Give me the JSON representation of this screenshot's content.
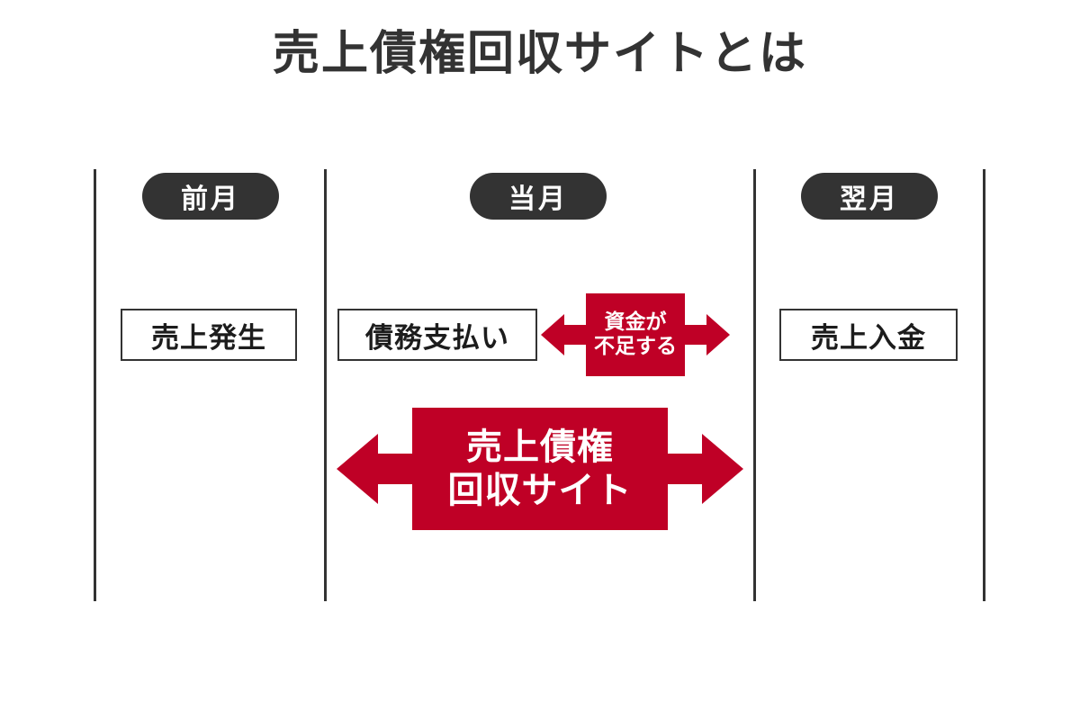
{
  "title": "売上債権回収サイトとは",
  "colors": {
    "red": "#bf0026",
    "dark": "#333333",
    "text": "#1c1c1c",
    "background": "#ffffff"
  },
  "timeline": {
    "months": [
      {
        "label": "前月"
      },
      {
        "label": "当月"
      },
      {
        "label": "翌月"
      }
    ],
    "events": [
      {
        "label": "売上発生",
        "month": "前月"
      },
      {
        "label": "債務支払い",
        "month": "当月"
      },
      {
        "label": "売上入金",
        "month": "翌月"
      }
    ]
  },
  "arrows": {
    "shortage": {
      "line1": "資金が",
      "line2": "不足する",
      "direction": "double"
    },
    "collection_site": {
      "line1": "売上債権",
      "line2": "回収サイト",
      "direction": "double"
    }
  }
}
